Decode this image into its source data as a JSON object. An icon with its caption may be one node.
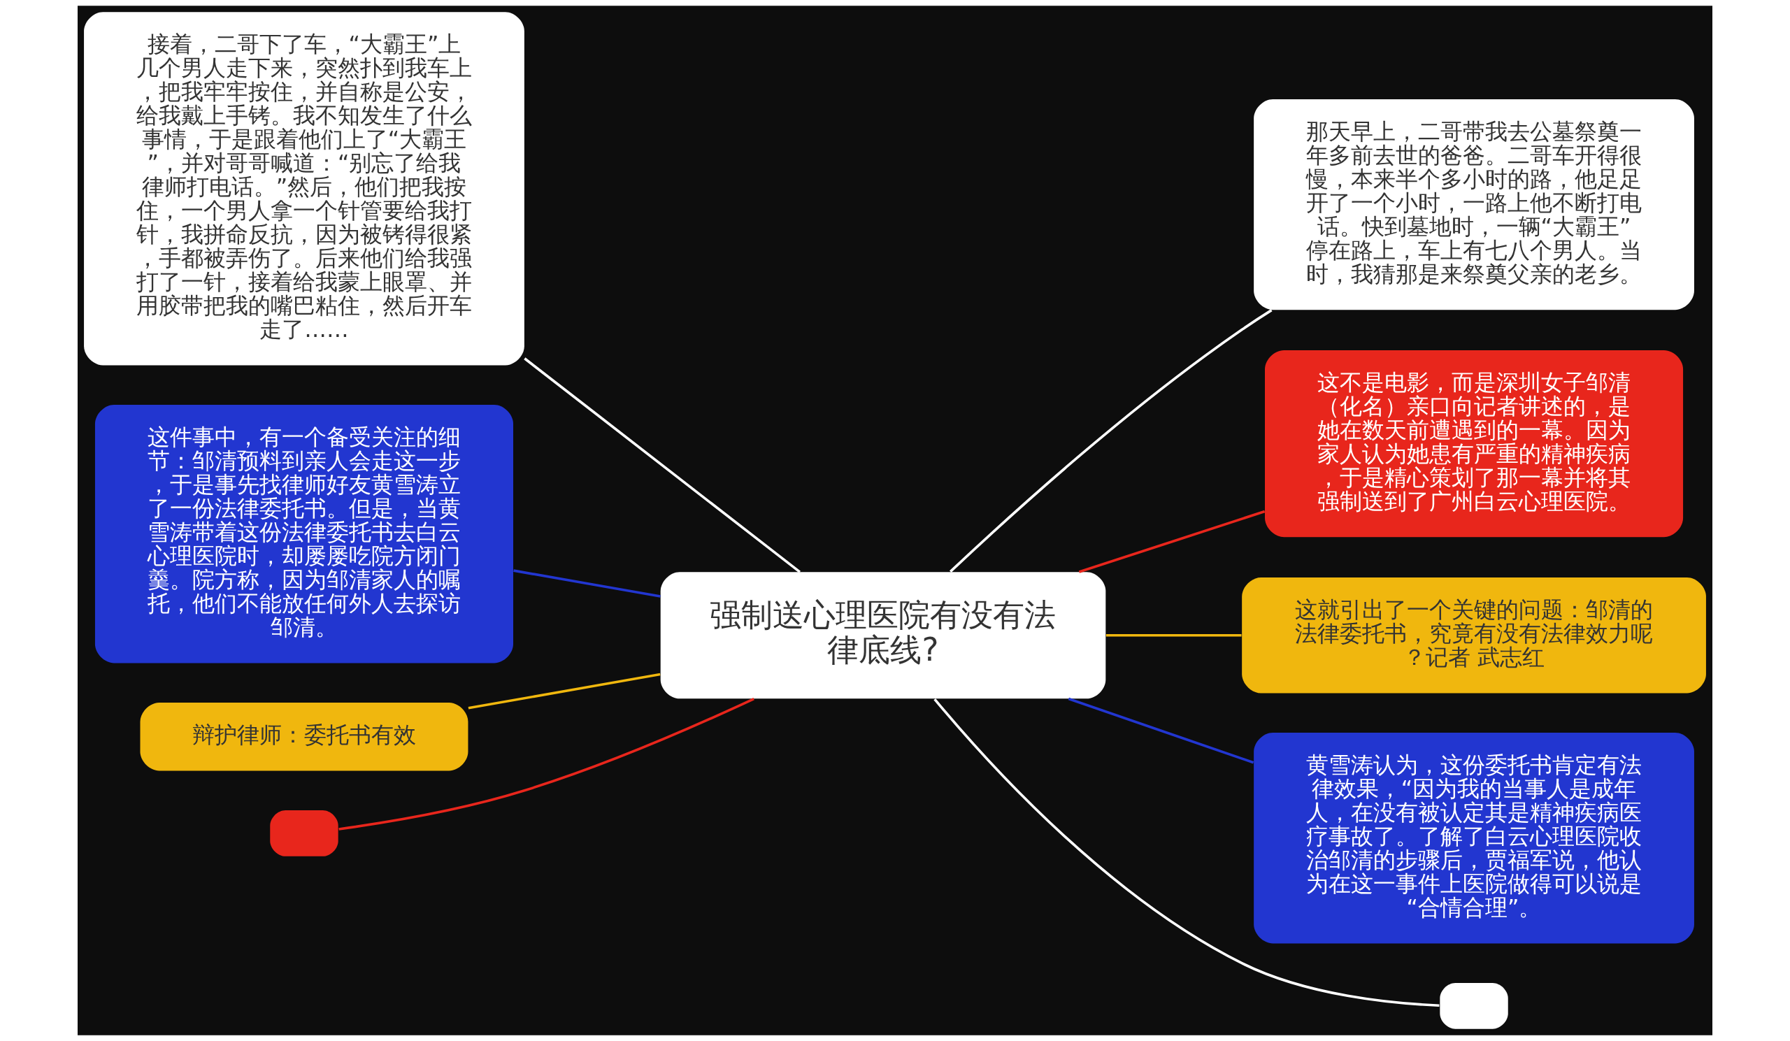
{
  "diagram": {
    "nodes": [
      {
        "text": [
          "强制送心理医院有没有法律底线?"
        ]
      },
      {
        "text": [
          "接着，二哥下了车，“大霸王”上几个男人走下来，突然扑到我车上，把我牢牢按住，并自称是公安，给我戴上手铐。我不知发生了什么事情，于是跟着他们上了“大霸王”，并对哥哥喊道：“别忘了给我律师打电话。”然后，他们把我按住，一个男人拿一个针管要给我打针，我拼命反抗，因为被铐得很紧，手都被弄伤了。后来他们给我强打了一针，接着给我蒙上眼罩、并用胶带把我的嘴巴粘住，然后开车走了……"
        ]
      },
      {
        "text": [
          "那天早上，二哥带我去公墓祭奠一年多前去世的爸爸。二哥车开得很慢，本来半个多小时的路，他足足开了一个小时，一路上他不断打电话。快到墓地时，一辆“大霸王”停在路上，车上有七八个男人。当时，我猜那是来祭奠父亲的老乡。"
        ]
      },
      {
        "text": [
          "这不是电影，而是深圳女子邹清（化名）亲口向记者讲述的，是她在数天前遭遇到的一幕。因为家人认为她患有严重的精神疾病，于是精心策划了那一幕并将其强制送到了广州白云心理医院。"
        ]
      },
      {
        "text": [
          "这件事中，有一个备受关注的细节：邹清预料到亲人会走这一步，于是事先找律师好友黄雪涛立了一份法律委托书。但是，当黄雪涛带着这份法律委托书去白云心理医院时，却屡屡吃院方闭门羹。院方称，因为邹清家人的嘱托，他们不能放任何外人去探访邹清。"
        ]
      },
      {
        "text": [
          "这就引出了一个关键的问题：邹清的法律委托书，究竟有没有法律效力呢？记者 武志红"
        ]
      },
      {
        "text": [
          "辩护律师：委托书有效"
        ]
      },
      {
        "text": [
          "黄雪涛认为，这份委托书肯定有法律效果，“因为我的当事人是成年人，在没有被认定其是精神疾病医疗事故了。了解了白云心理医院收治邹清的步骤后，贾福军说，他认为在这一事件上医院做得可以说是“合情合理”。"
        ]
      },
      {
        "text": [],
        "shape": "box"
      },
      {
        "text": [],
        "shape": "box"
      }
    ],
    "edges": [
      {
        "from": 0,
        "to": 1,
        "arrow": "none"
      },
      {
        "from": 0,
        "to": 2,
        "arrow": "none"
      },
      {
        "from": 0,
        "to": 3,
        "arrow": "none",
        "color": "#e8261c"
      },
      {
        "from": 0,
        "to": 4,
        "arrow": "none",
        "color": "#2236d0"
      },
      {
        "from": 0,
        "to": 5,
        "arrow": "none",
        "color": "#f0b70e"
      },
      {
        "from": 0,
        "to": 6,
        "arrow": "none",
        "color": "#f0b70e"
      },
      {
        "from": 0,
        "to": 7,
        "arrow": "none",
        "color": "#2236d0"
      },
      {
        "from": 0,
        "to": 8,
        "arrow": "none",
        "color": "#e8261c"
      },
      {
        "from": 0,
        "to": 9,
        "arrow": "none"
      }
    ]
  }
}
